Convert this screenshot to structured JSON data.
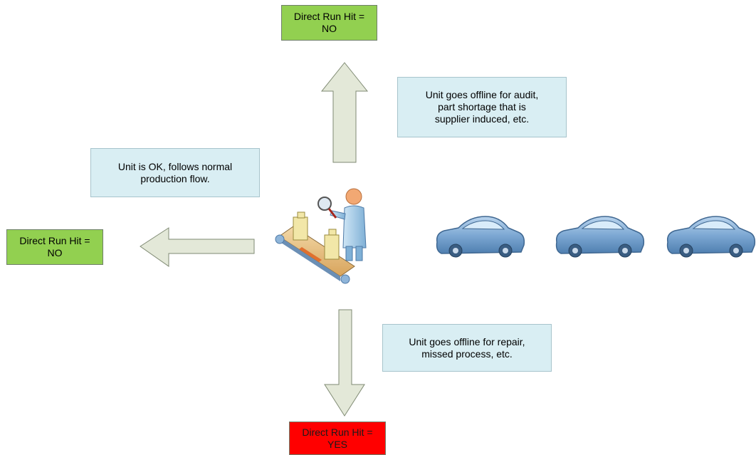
{
  "outcomes": {
    "top": "Direct Run Hit =\nNO",
    "left": "Direct Run Hit =\nNO",
    "bottom": "Direct Run Hit =\nYES"
  },
  "notes": {
    "top": "Unit goes offline for audit,\npart shortage that is\nsupplier induced, etc.",
    "left": "Unit is OK, follows normal\nproduction flow.",
    "bottom": "Unit goes offline for repair,\nmissed process, etc."
  },
  "colors": {
    "no": "#92d050",
    "yes": "#ff0000",
    "note_fill": "#d9eef3",
    "arrow_fill": "#e3e8d8",
    "car_body": "#6e9ec9"
  },
  "icons": [
    "inspector-icon",
    "conveyor-belt-icon",
    "car-icon",
    "car-icon",
    "car-icon"
  ]
}
